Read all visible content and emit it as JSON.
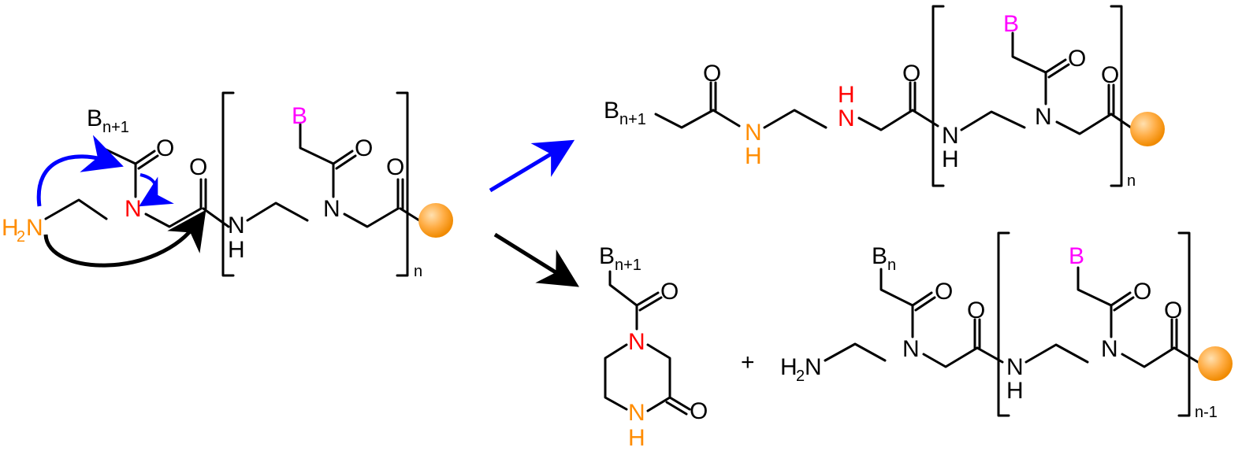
{
  "colors": {
    "black": "#000000",
    "nitrogen": "#ff0000",
    "amine": "#ff8c00",
    "base": "#ff00ff",
    "blue_arrow": "#0000ff",
    "bead_light": "#ffe0b0",
    "bead_dark": "#f08a00"
  },
  "atoms": {
    "B": "B",
    "N": "N",
    "H": "H",
    "O": "O",
    "H2": "H",
    "two": "2"
  },
  "subscripts": {
    "n_plus_1": "n+1",
    "n": "n",
    "n_minus_1": "n-1"
  },
  "operators": {
    "plus": "+"
  },
  "icons": [
    "resin-bead-icon",
    "reaction-arrow-icon",
    "curved-arrow-icon"
  ]
}
